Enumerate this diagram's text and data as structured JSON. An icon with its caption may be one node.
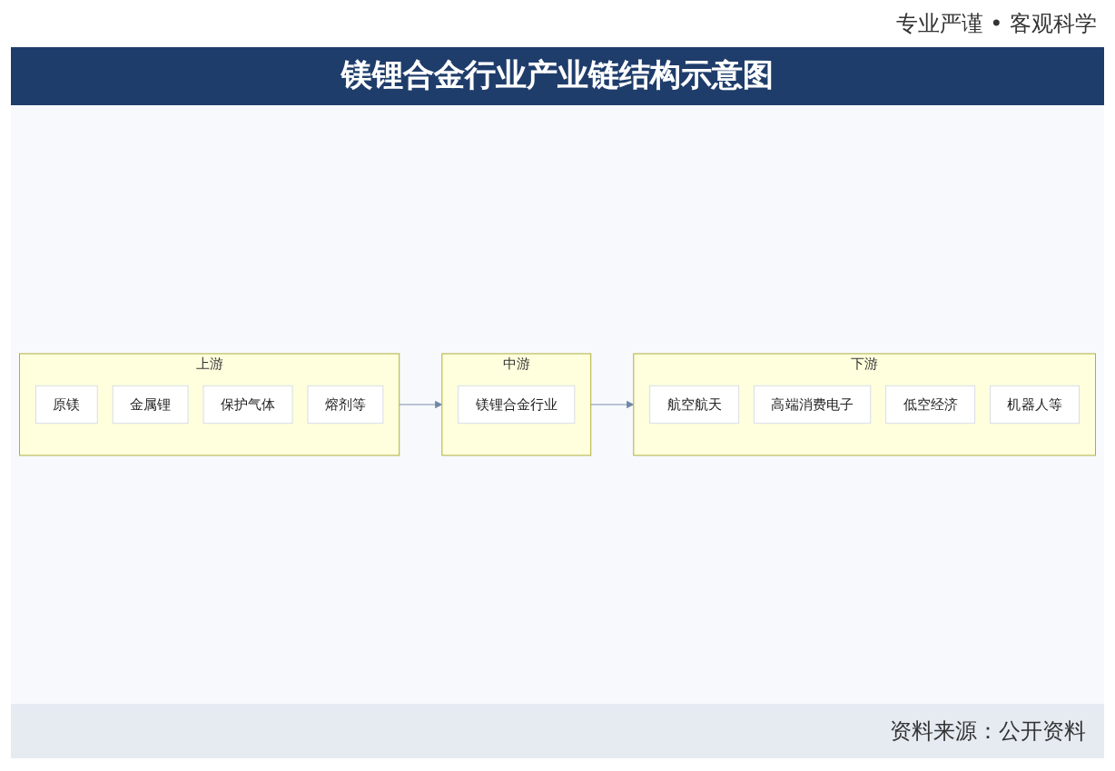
{
  "diagram": {
    "title": "镁锂合金行业产业链结构示意图",
    "nodes": [
      {
        "text": [
          "上游"
        ]
      },
      {
        "text": [
          "原镁"
        ],
        "in": 0
      },
      {
        "text": [
          "金属锂"
        ],
        "in": 0
      },
      {
        "text": [
          "保护气体"
        ],
        "in": 0
      },
      {
        "text": [
          "熔剂等"
        ],
        "in": 0
      },
      {
        "text": [
          "中游"
        ]
      },
      {
        "text": [
          "镁锂合金行业"
        ],
        "in": 5
      },
      {
        "text": [
          "下游"
        ]
      },
      {
        "text": [
          "航空航天"
        ],
        "in": 7
      },
      {
        "text": [
          "高端消费电子"
        ],
        "in": 7
      },
      {
        "text": [
          "低空经济"
        ],
        "in": 7
      },
      {
        "text": [
          "机器人等"
        ],
        "in": 7
      }
    ],
    "edges": [
      {
        "from": 0,
        "to": 5,
        "arrow": "to"
      },
      {
        "from": 5,
        "to": 7,
        "arrow": "to"
      }
    ],
    "labels": [
      "专业严谨 • 客观科学",
      "资料来源：公开资料"
    ]
  }
}
